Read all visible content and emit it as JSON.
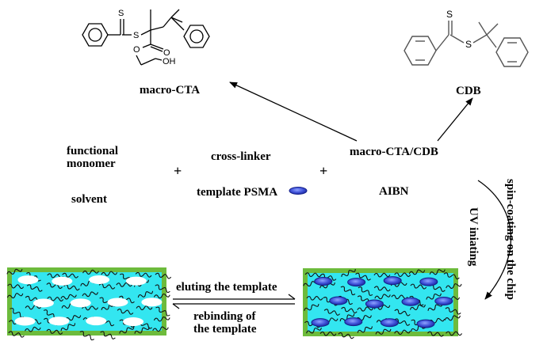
{
  "labels": {
    "macro_cta": "macro-CTA",
    "cdb": "CDB",
    "functional_monomer_1": "functional",
    "functional_monomer_2": "monomer",
    "solvent": "solvent",
    "cross_linker": "cross-linker",
    "template_psma": "template PSMA",
    "macro_cta_cdb": "macro-CTA/CDB",
    "aibn": "AIBN",
    "plus_1": "+",
    "plus_2": "+",
    "spin_coating": "spin-coating on the chip",
    "uv_initiating": "UV iniating",
    "eluting": "eluting the template",
    "rebinding_1": "rebinding of",
    "rebinding_2": "the template"
  },
  "atoms": {
    "macro_s_thione": "S",
    "macro_s_thio": "S",
    "macro_o_ester": "O",
    "macro_o_carbonyl": "O",
    "macro_oh": "OH",
    "cdb_s_thione": "S",
    "cdb_s_thio": "S"
  },
  "colors": {
    "film_fill": "#33e6f0",
    "film_border": "#6dbb3c",
    "cavity_fill": "#ffffff",
    "template_fill": "#3f51d8",
    "template_stroke": "#14208a",
    "text": "#000000"
  }
}
